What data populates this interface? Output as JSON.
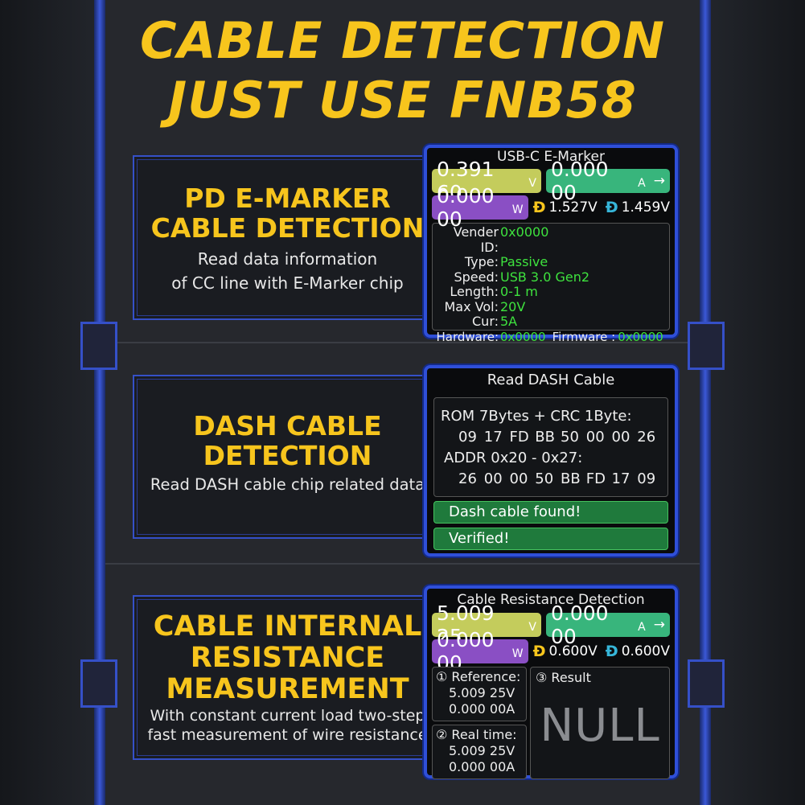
{
  "headline": {
    "line1": "CABLE DETECTION",
    "line2": "JUST USE FNB58"
  },
  "colors": {
    "accent_yellow": "#f7c51d",
    "frame_blue": "#2f4fd8",
    "value_green": "#3ee23e",
    "voltage_pill": "#c4cc5c",
    "current_pill": "#38b57c",
    "power_pill": "#8a4fc4",
    "status_green": "#1f7a3c"
  },
  "features": [
    {
      "title_line1": "PD E-MARKER",
      "title_line2": "CABLE DETECTION",
      "desc_line1": "Read data information",
      "desc_line2": "of CC line with E-Marker chip"
    },
    {
      "title_line1": "DASH CABLE",
      "title_line2": "DETECTION",
      "desc_line1": "Read DASH cable chip related data"
    },
    {
      "title_line1": "CABLE INTERNAL",
      "title_line2": "RESISTANCE",
      "title_line3": "MEASUREMENT",
      "desc_line1": "With constant current load two-step",
      "desc_line2": "fast measurement of wire resistance"
    }
  ],
  "emarker_screen": {
    "title": "USB-C E-Marker",
    "voltage": "0.391 60",
    "voltage_unit": "V",
    "current": "0.000 00",
    "current_unit": "A",
    "current_arrow": "→",
    "power": "0.000 00",
    "power_unit": "W",
    "dplus_icon": "dplus-icon",
    "dplus": "1.527V",
    "dminus_icon": "dminus-icon",
    "dminus": "1.459V",
    "rows": [
      {
        "key": "Vender ID:",
        "value": "0x0000"
      },
      {
        "key": "Type:",
        "value": "Passive"
      },
      {
        "key": "Speed:",
        "value": "USB 3.0 Gen2"
      },
      {
        "key": "Length:",
        "value": "0-1 m"
      },
      {
        "key": "Max Vol:",
        "value": "20V"
      },
      {
        "key": "Cur:",
        "value": "5A"
      }
    ],
    "hardware_label": "Hardware:",
    "hardware_value": "0x0000",
    "firmware_label": "Firmware :",
    "firmware_value": "0x0000"
  },
  "dash_screen": {
    "title": "Read DASH Cable",
    "rom_label": "ROM 7Bytes + CRC 1Byte:",
    "rom_bytes": [
      "09",
      "17",
      "FD",
      "BB",
      "50",
      "00",
      "00",
      "26"
    ],
    "addr_label": "ADDR 0x20 - 0x27:",
    "addr_bytes": [
      "26",
      "00",
      "00",
      "50",
      "BB",
      "FD",
      "17",
      "09"
    ],
    "status1": "Dash cable found!",
    "status2": "Verified!"
  },
  "resistance_screen": {
    "title": "Cable Resistance Detection",
    "voltage": "5.009 25",
    "voltage_unit": "V",
    "current": "0.000 00",
    "current_unit": "A",
    "current_arrow": "→",
    "power": "0.000 00",
    "power_unit": "W",
    "dplus": "0.600V",
    "dminus": "0.600V",
    "reference_label": "① Reference:",
    "reference_v": "5.009 25V",
    "reference_a": "0.000 00A",
    "realtime_label": "② Real time:",
    "realtime_v": "5.009 25V",
    "realtime_a": "0.000 00A",
    "result_label": "③ Result",
    "result_value": "NULL"
  }
}
